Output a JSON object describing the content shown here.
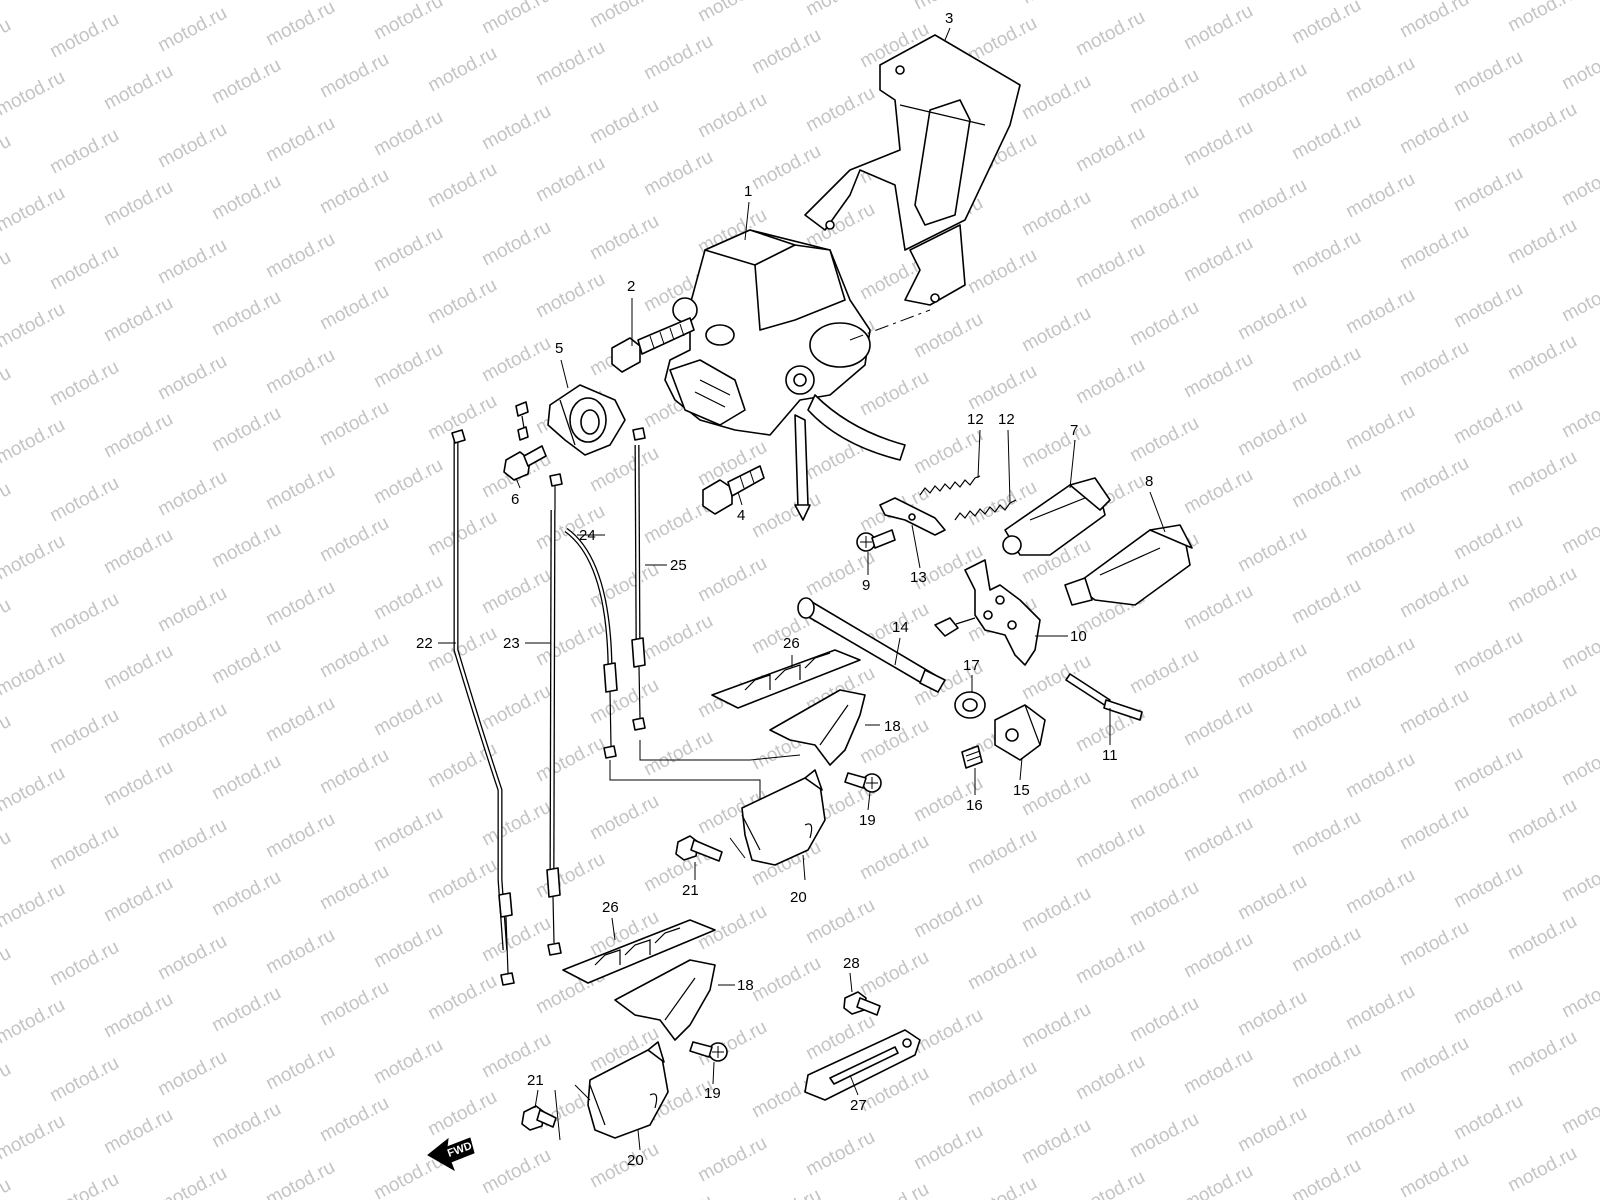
{
  "watermark": "motod.ru",
  "fwd_label": "FWD",
  "callouts": [
    {
      "id": "c1",
      "text": "1"
    },
    {
      "id": "c2",
      "text": "2"
    },
    {
      "id": "c3",
      "text": "3"
    },
    {
      "id": "c4",
      "text": "4"
    },
    {
      "id": "c5",
      "text": "5"
    },
    {
      "id": "c6",
      "text": "6"
    },
    {
      "id": "c7",
      "text": "7"
    },
    {
      "id": "c8",
      "text": "8"
    },
    {
      "id": "c9",
      "text": "9"
    },
    {
      "id": "c10",
      "text": "10"
    },
    {
      "id": "c11",
      "text": "11"
    },
    {
      "id": "c12a",
      "text": "12"
    },
    {
      "id": "c12b",
      "text": "12"
    },
    {
      "id": "c13",
      "text": "13"
    },
    {
      "id": "c14",
      "text": "14"
    },
    {
      "id": "c15",
      "text": "15"
    },
    {
      "id": "c16",
      "text": "16"
    },
    {
      "id": "c17",
      "text": "17"
    },
    {
      "id": "c18a",
      "text": "18"
    },
    {
      "id": "c18b",
      "text": "18"
    },
    {
      "id": "c19a",
      "text": "19"
    },
    {
      "id": "c19b",
      "text": "19"
    },
    {
      "id": "c20a",
      "text": "20"
    },
    {
      "id": "c20b",
      "text": "20"
    },
    {
      "id": "c21a",
      "text": "21"
    },
    {
      "id": "c21b",
      "text": "21"
    },
    {
      "id": "c22",
      "text": "22"
    },
    {
      "id": "c23",
      "text": "23"
    },
    {
      "id": "c24",
      "text": "24"
    },
    {
      "id": "c25",
      "text": "25"
    },
    {
      "id": "c26a",
      "text": "26"
    },
    {
      "id": "c26b",
      "text": "26"
    },
    {
      "id": "c27",
      "text": "27"
    },
    {
      "id": "c28",
      "text": "28"
    }
  ]
}
